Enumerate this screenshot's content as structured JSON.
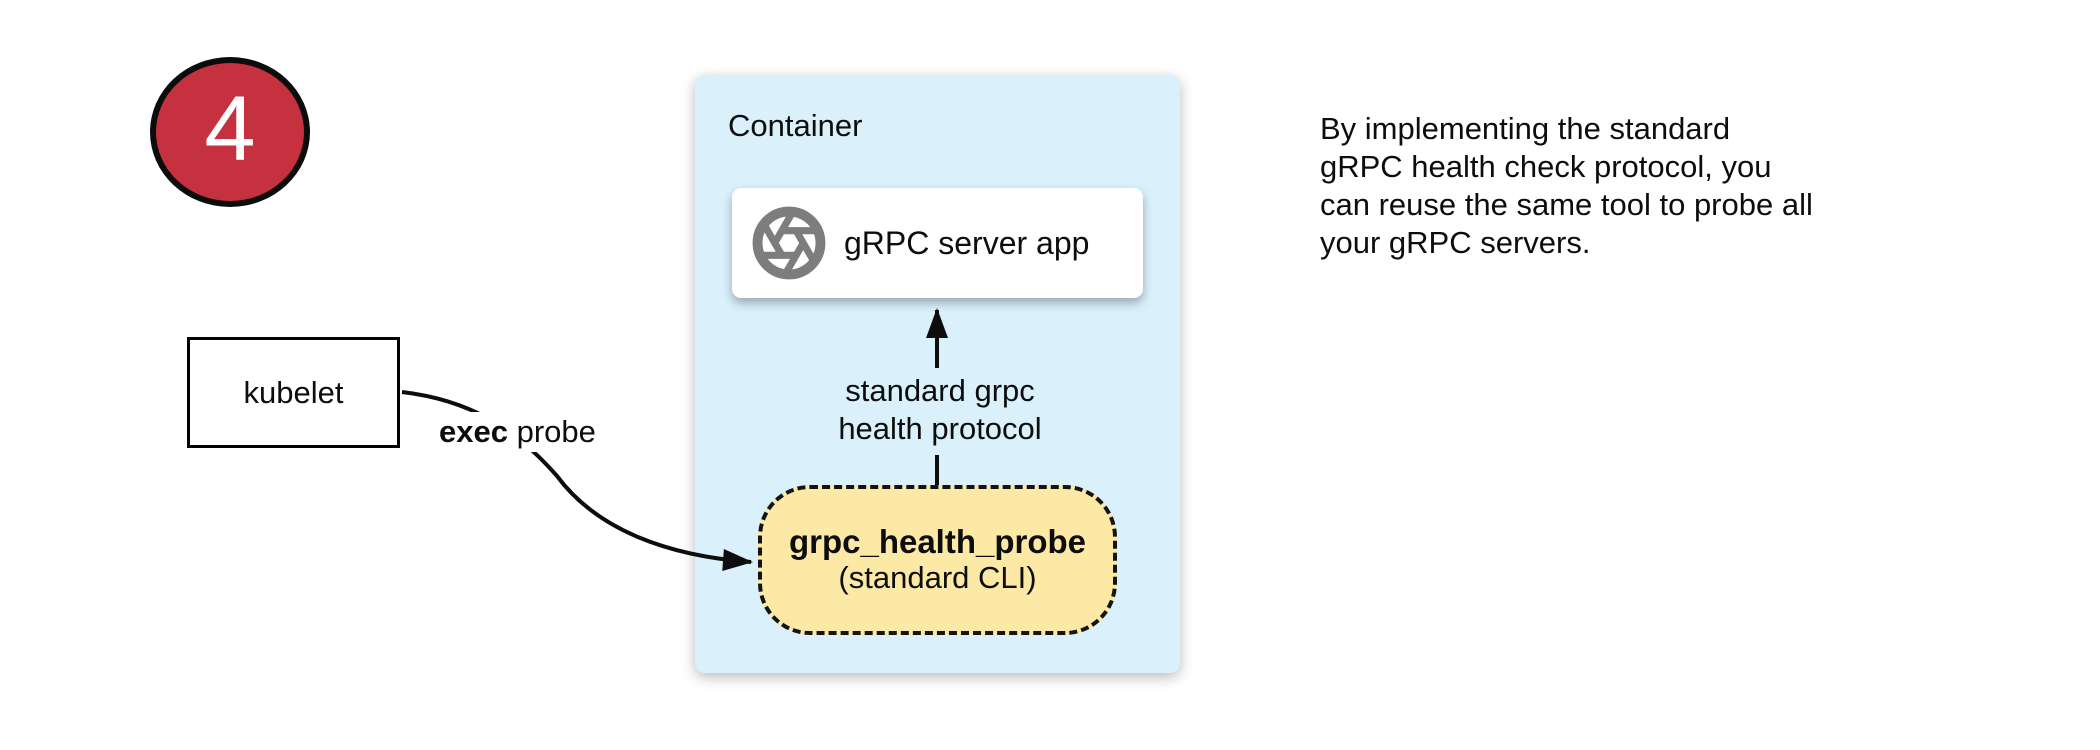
{
  "step_badge": {
    "number": "4",
    "fill": "#c5313e"
  },
  "container": {
    "label": "Container",
    "fill": "#daf1fc"
  },
  "server_box": {
    "label": "gRPC server app",
    "icon": "aperture-icon",
    "icon_color": "#7d7d7d"
  },
  "protocol_arrow": {
    "label_line1": "standard grpc",
    "label_line2": "health protocol"
  },
  "probe_box": {
    "title": "grpc_health_probe",
    "subtitle": "(standard CLI)",
    "fill": "#fce9a6"
  },
  "kubelet_box": {
    "label": "kubelet"
  },
  "exec_label": {
    "bold": "exec",
    "rest": " probe"
  },
  "note": {
    "lines": [
      "By implementing the standard",
      "gRPC health check protocol, you",
      "can reuse the same tool to probe all",
      "your gRPC servers."
    ]
  }
}
